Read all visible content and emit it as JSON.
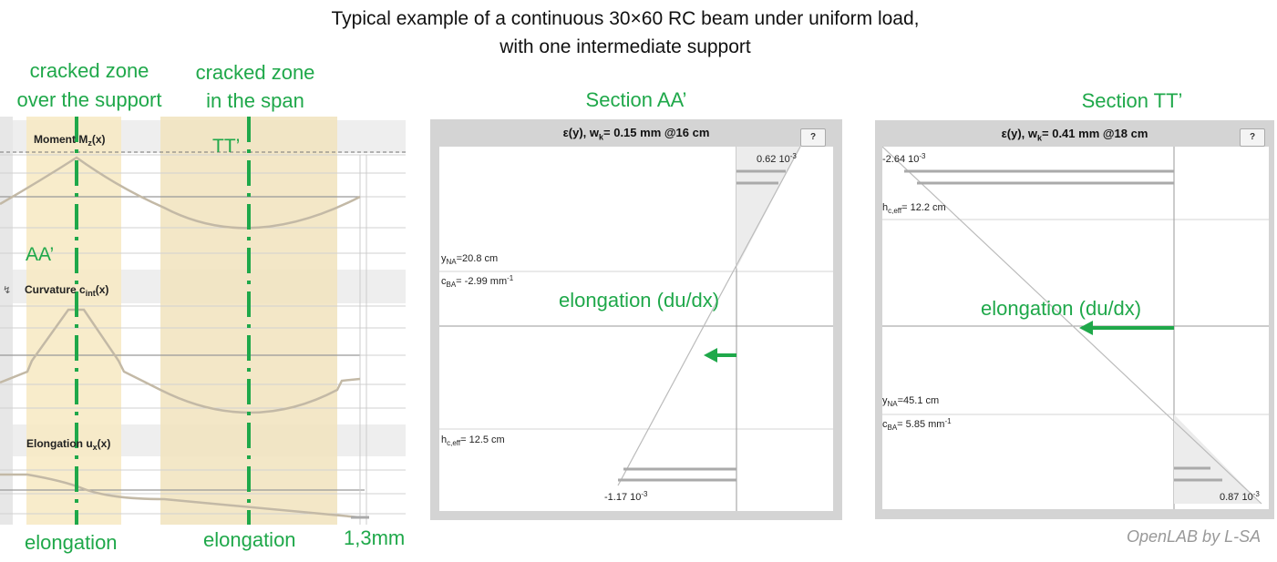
{
  "header": {
    "title_line1": "Typical example of a continuous 30×60 RC beam under uniform load,",
    "title_line2": "with one intermediate support"
  },
  "labels": {
    "cracked_support_1": "cracked zone",
    "cracked_support_2": "over the support",
    "cracked_span_1": "cracked zone",
    "cracked_span_2": "in the span",
    "tt_marker": "TT’",
    "aa_marker": "AA’",
    "elongation_left": "elongation",
    "elongation_mid": "elongation",
    "scale_value": "1,3mm",
    "section_aa": "Section AA’",
    "section_tt": "Section TT’",
    "elongation_du_aa": "elongation (du/dx)",
    "elongation_du_tt": "elongation (du/dx)",
    "credit": "OpenLAB by L-SA"
  },
  "left_diagrams": {
    "moment": {
      "label": "Moment M",
      "sub": "z",
      "tail": "(x)"
    },
    "curvature": {
      "label": "Curvature c",
      "sub": "int",
      "tail": "(x)"
    },
    "elongation": {
      "label": "Elongation u",
      "sub": "x",
      "tail": "(x)"
    }
  },
  "panel_aa": {
    "title_pre": "ε(y), w",
    "title_sub": "k",
    "title_post": "= 0.15 mm @16 cm",
    "help": "?",
    "top_strain": "0.62 10",
    "top_exp": "-3",
    "yna": "y",
    "yna_sub": "NA",
    "yna_val": "=20.8 cm",
    "cba": "c",
    "cba_sub": "BA",
    "cba_val": "= -2.99 mm",
    "cba_exp": "-1",
    "hc": "h",
    "hc_sub": "c,eff",
    "hc_val": "= 12.5 cm",
    "bottom_strain": "-1.17 10",
    "bottom_exp": "-3"
  },
  "panel_tt": {
    "title_pre": "ε(y), w",
    "title_sub": "k",
    "title_post": "= 0.41 mm @18 cm",
    "help": "?",
    "top_strain": "-2.64 10",
    "top_exp": "-3",
    "hc": "h",
    "hc_sub": "c,eff",
    "hc_val": "= 12.2 cm",
    "yna": "y",
    "yna_sub": "NA",
    "yna_val": "=45.1 cm",
    "cba": "c",
    "cba_sub": "BA",
    "cba_val": "= 5.85 mm",
    "cba_exp": "-1",
    "bottom_strain": "0.87 10",
    "bottom_exp": "-3"
  },
  "colors": {
    "accent_green": "#1fa84a",
    "cracked_zone_fill": "#f7e9c2",
    "curve": "#c3b9a6",
    "panel_border": "#d2d2d2"
  }
}
